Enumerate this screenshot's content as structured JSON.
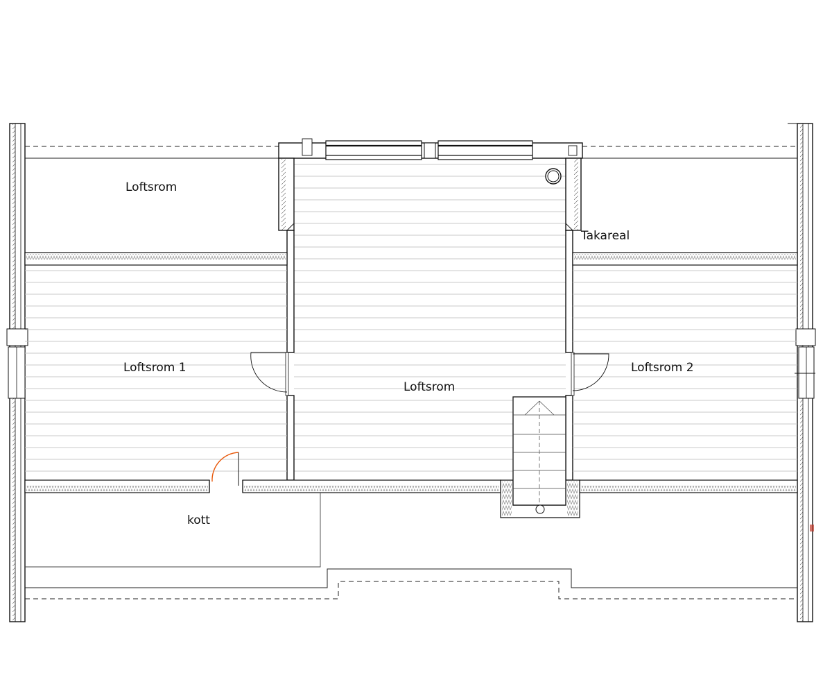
{
  "rooms": {
    "loftsrom_top_left": "Loftsrom",
    "takareal": "Takareal",
    "loftsrom_1": "Loftsrom 1",
    "loftsrom_center": "Loftsrom",
    "loftsrom_2": "Loftsrom 2",
    "kott": "kott"
  },
  "colors": {
    "wall": "#111111",
    "floor_lines": "#bdbdbd",
    "insulation": "#9a9a9a",
    "door_accent": "#e8590c"
  },
  "icons": {
    "chimney": "circle-icon",
    "stair": "stair-icon",
    "door_swing": "door-swing-icon"
  }
}
